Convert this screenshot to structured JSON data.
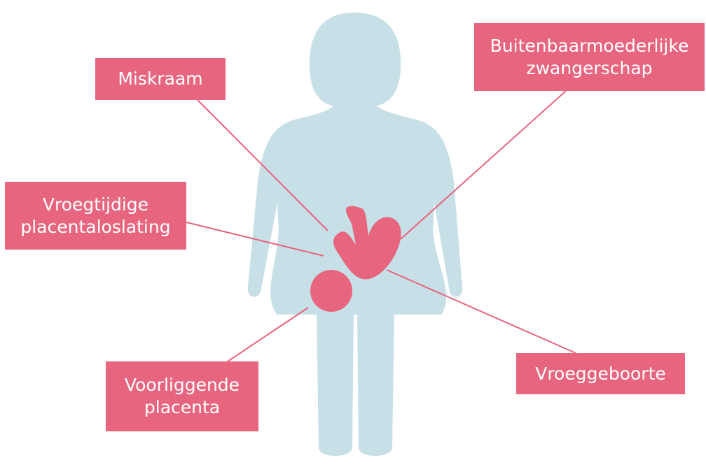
{
  "colors": {
    "figure": "#c7dfe6",
    "accent": "#e8657f",
    "label_text": "#ffffff"
  },
  "labels": {
    "miskraam": [
      "Miskraam"
    ],
    "buitenbaarmoederlijke": [
      "Buitenbaarmoederlijke",
      "zwangerschap"
    ],
    "vroegtijdige": [
      "Vroegtijdige",
      "placentaloslating"
    ],
    "voorliggende": [
      "Voorliggende",
      "placenta"
    ],
    "vroeggeboorte": [
      "Vroeggeboorte"
    ]
  }
}
